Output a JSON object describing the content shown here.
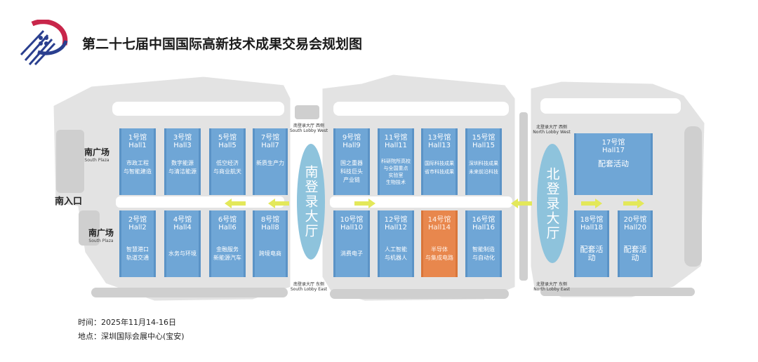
{
  "title": "第二十七届中国国际高新技术成果交易会规划图",
  "south_entrance": "南入口",
  "plazas": [
    {
      "cn": "南广场",
      "en": "South Plaza"
    },
    {
      "cn": "南广场",
      "en": "South Plaza"
    }
  ],
  "lobbies": {
    "south": {
      "name": "南登录大厅",
      "west": "南登录大厅 西侧",
      "west_en": "South Lobby West",
      "east": "南登录大厅 东侧",
      "east_en": "South Lobby East"
    },
    "north": {
      "name": "北登录大厅",
      "west": "北登录大厅 西侧",
      "west_en": "North Lobby West",
      "east": "北登录大厅 东侧",
      "east_en": "North Lobby East"
    }
  },
  "halls": [
    {
      "num": "1号馆",
      "en": "Hall1",
      "theme": "市政工程\n与智能建造"
    },
    {
      "num": "3号馆",
      "en": "Hall3",
      "theme": "数字能源\n与清洁能源"
    },
    {
      "num": "5号馆",
      "en": "Hall5",
      "theme": "低空经济\n与商业航天"
    },
    {
      "num": "7号馆",
      "en": "Hall7",
      "theme": "新质生产力"
    },
    {
      "num": "9号馆",
      "en": "Hall9",
      "theme": "国之重器\n科技巨头\n产业链"
    },
    {
      "num": "11号馆",
      "en": "Hall11",
      "theme": "科研院所高校\n与全国重点\n实验室\n生物技术"
    },
    {
      "num": "13号馆",
      "en": "Hall13",
      "theme": "国际科技成果\n省市科技成果"
    },
    {
      "num": "15号馆",
      "en": "Hall15",
      "theme": "深圳科技成果\n未来前沿科技"
    },
    {
      "num": "17号馆",
      "en": "Hall17",
      "theme": "配套活动"
    },
    {
      "num": "2号馆",
      "en": "Hall2",
      "theme": "智慧港口\n轨道交通"
    },
    {
      "num": "4号馆",
      "en": "Hall4",
      "theme": "水务与环境"
    },
    {
      "num": "6号馆",
      "en": "Hall6",
      "theme": "金融服务\n新能源汽车"
    },
    {
      "num": "8号馆",
      "en": "Hall8",
      "theme": "跨境电商"
    },
    {
      "num": "10号馆",
      "en": "Hall10",
      "theme": "消费电子"
    },
    {
      "num": "12号馆",
      "en": "Hall12",
      "theme": "人工智能\n与机器人"
    },
    {
      "num": "14号馆",
      "en": "Hall14",
      "theme": "半导体\n与集成电路"
    },
    {
      "num": "16号馆",
      "en": "Hall16",
      "theme": "智能制造\n与自动化"
    },
    {
      "num": "18号馆",
      "en": "Hall18",
      "theme": "配套活动"
    },
    {
      "num": "20号馆",
      "en": "Hall20",
      "theme": "配套活动"
    }
  ],
  "info": {
    "time_label": "时间：",
    "time": "2025年11月14-16日",
    "place_label": "地点：",
    "place": "深圳国际会展中心(宝安)"
  },
  "colors": {
    "hall": "#6fa6d6",
    "highlight_hall": "#e8874d",
    "lobby": "#8ec3dc",
    "arrow": "#e3e85a",
    "ground": "#dcdcdc"
  }
}
